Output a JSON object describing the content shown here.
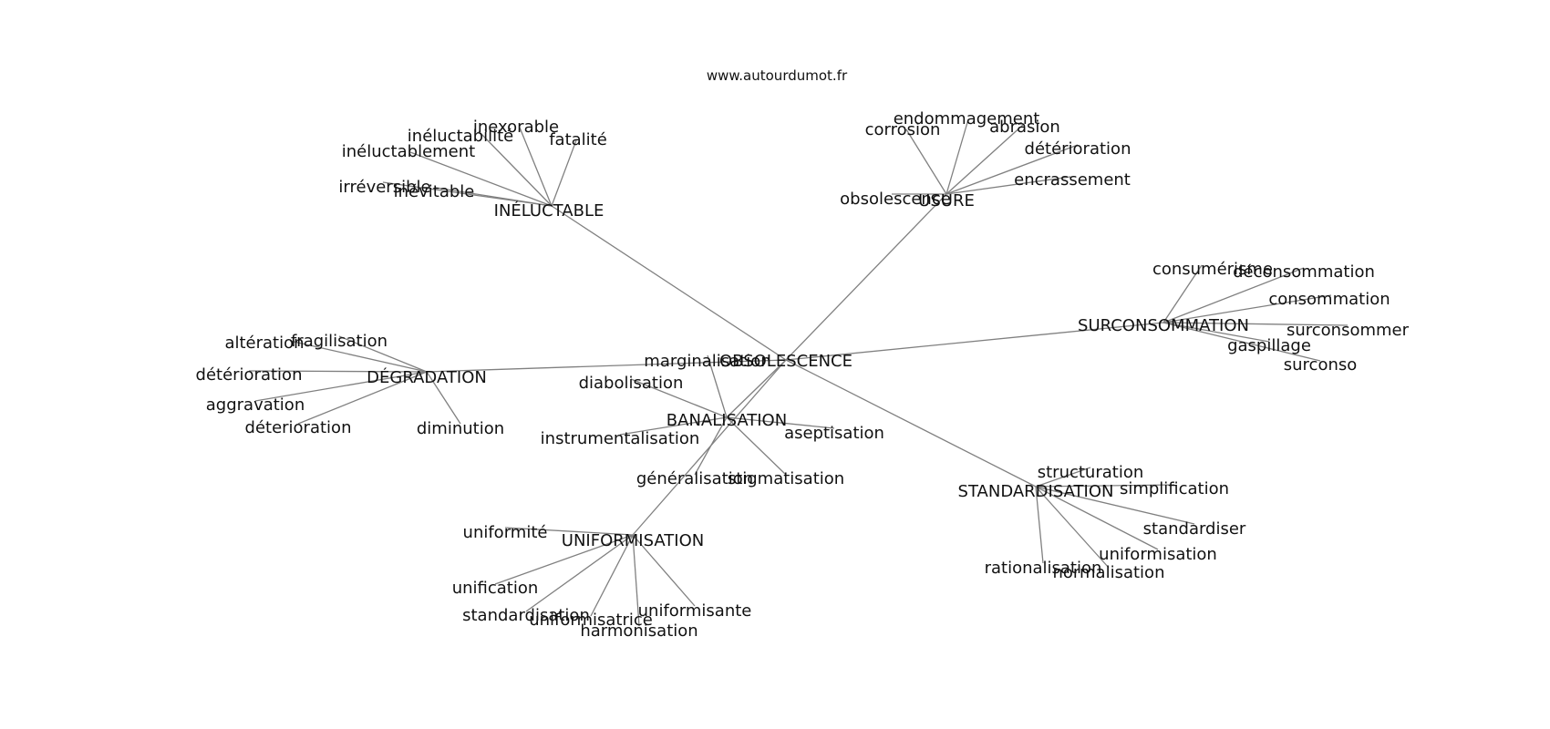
{
  "source": "www.autourdumot.fr",
  "colors": {
    "edge": "#808080",
    "text": "#111111",
    "background": "#ffffff"
  },
  "center": "OBSOLESCENCE",
  "hubs": [
    {
      "id": "ineluctable",
      "label": "INÉLUCTABLE",
      "leaves": [
        "inexorable",
        "inéluctabilité",
        "fatalité",
        "inéluctablement",
        "irréversible",
        "inévitable"
      ]
    },
    {
      "id": "usure",
      "label": "USURE",
      "leaves": [
        "endommagement",
        "corrosion",
        "abrasion",
        "détérioration",
        "encrassement",
        "obsolescence"
      ]
    },
    {
      "id": "surconsommation",
      "label": "SURCONSOMMATION",
      "leaves": [
        "consumérisme",
        "déconsommation",
        "consommation",
        "surconsommer",
        "gaspillage",
        "surconso"
      ]
    },
    {
      "id": "degradation",
      "label": "DÉGRADATION",
      "leaves": [
        "altération",
        "fragilisation",
        "détérioration",
        "aggravation",
        "déterioration",
        "diminution"
      ]
    },
    {
      "id": "banalisation",
      "label": "BANALISATION",
      "leaves": [
        "marginalisation",
        "diabolisation",
        "instrumentalisation",
        "aseptisation",
        "généralisation",
        "stigmatisation"
      ]
    },
    {
      "id": "uniformisation",
      "label": "UNIFORMISATION",
      "leaves": [
        "uniformité",
        "unification",
        "standardisation",
        "uniformisatrice",
        "uniformisante",
        "harmonisation"
      ]
    },
    {
      "id": "standardisation",
      "label": "STANDARDISATION",
      "leaves": [
        "structuration",
        "simplification",
        "standardiser",
        "uniformisation",
        "rationalisation",
        "normalisation"
      ]
    }
  ]
}
